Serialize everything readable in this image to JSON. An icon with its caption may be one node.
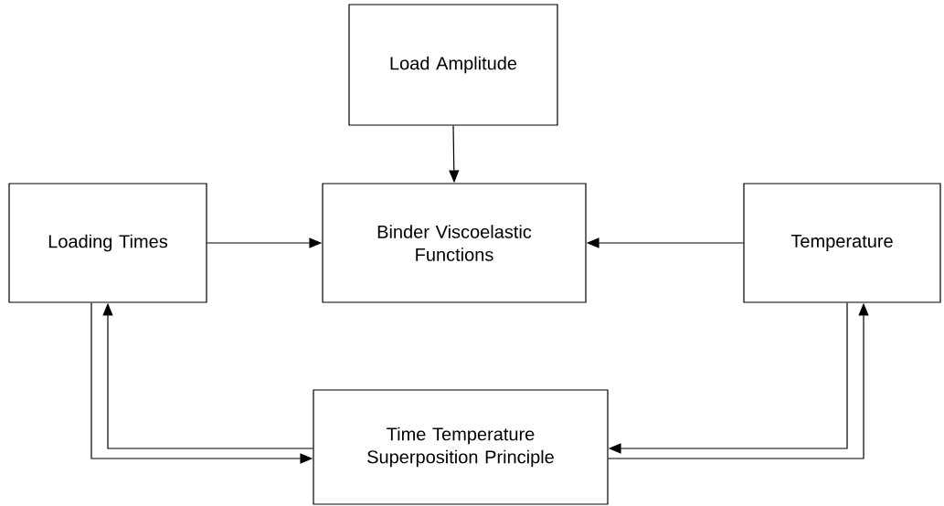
{
  "diagram": {
    "nodes": [
      {
        "text": [
          "Load Amplitude"
        ]
      },
      {
        "text": [
          "Loading Times"
        ]
      },
      {
        "text": [
          "Binder Viscoelastic Functions"
        ]
      },
      {
        "text": [
          "Temperature"
        ]
      },
      {
        "text": [
          "Time Temperature Superposition Principle"
        ]
      }
    ],
    "edges": [
      {
        "from": 0,
        "to": 2,
        "arrow": "to"
      },
      {
        "from": 1,
        "to": 2,
        "arrow": "to"
      },
      {
        "from": 3,
        "to": 2,
        "arrow": "to"
      },
      {
        "from": 1,
        "to": 4,
        "arrow": "to"
      },
      {
        "from": 4,
        "to": 1,
        "arrow": "to"
      },
      {
        "from": 3,
        "to": 4,
        "arrow": "to"
      },
      {
        "from": 4,
        "to": 3,
        "arrow": "to"
      }
    ]
  }
}
